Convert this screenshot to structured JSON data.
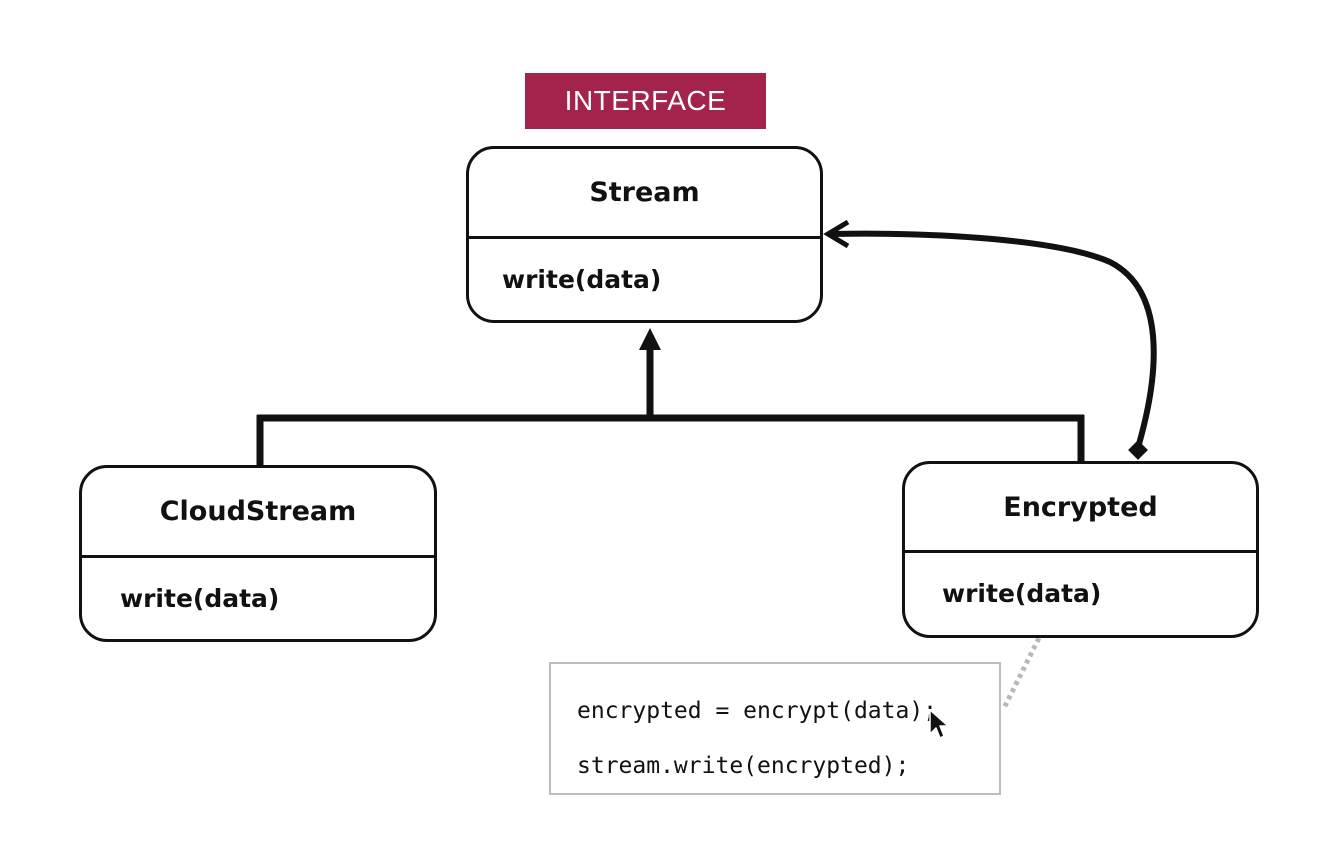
{
  "interface_badge": "INTERFACE",
  "classes": {
    "stream": {
      "name": "Stream",
      "method": "write(data)"
    },
    "cloud_stream": {
      "name": "CloudStream",
      "method": "write(data)"
    },
    "encrypted": {
      "name": "Encrypted",
      "method": "write(data)"
    }
  },
  "code_note": {
    "lines": [
      "encrypted = encrypt(data);",
      "stream.write(encrypted);"
    ]
  },
  "colors": {
    "badge_background": "#a3234a",
    "badge_text": "#ffffff",
    "stroke": "#111111",
    "note_border": "#bdbdbd",
    "note_connector": "#b8b8b8"
  }
}
